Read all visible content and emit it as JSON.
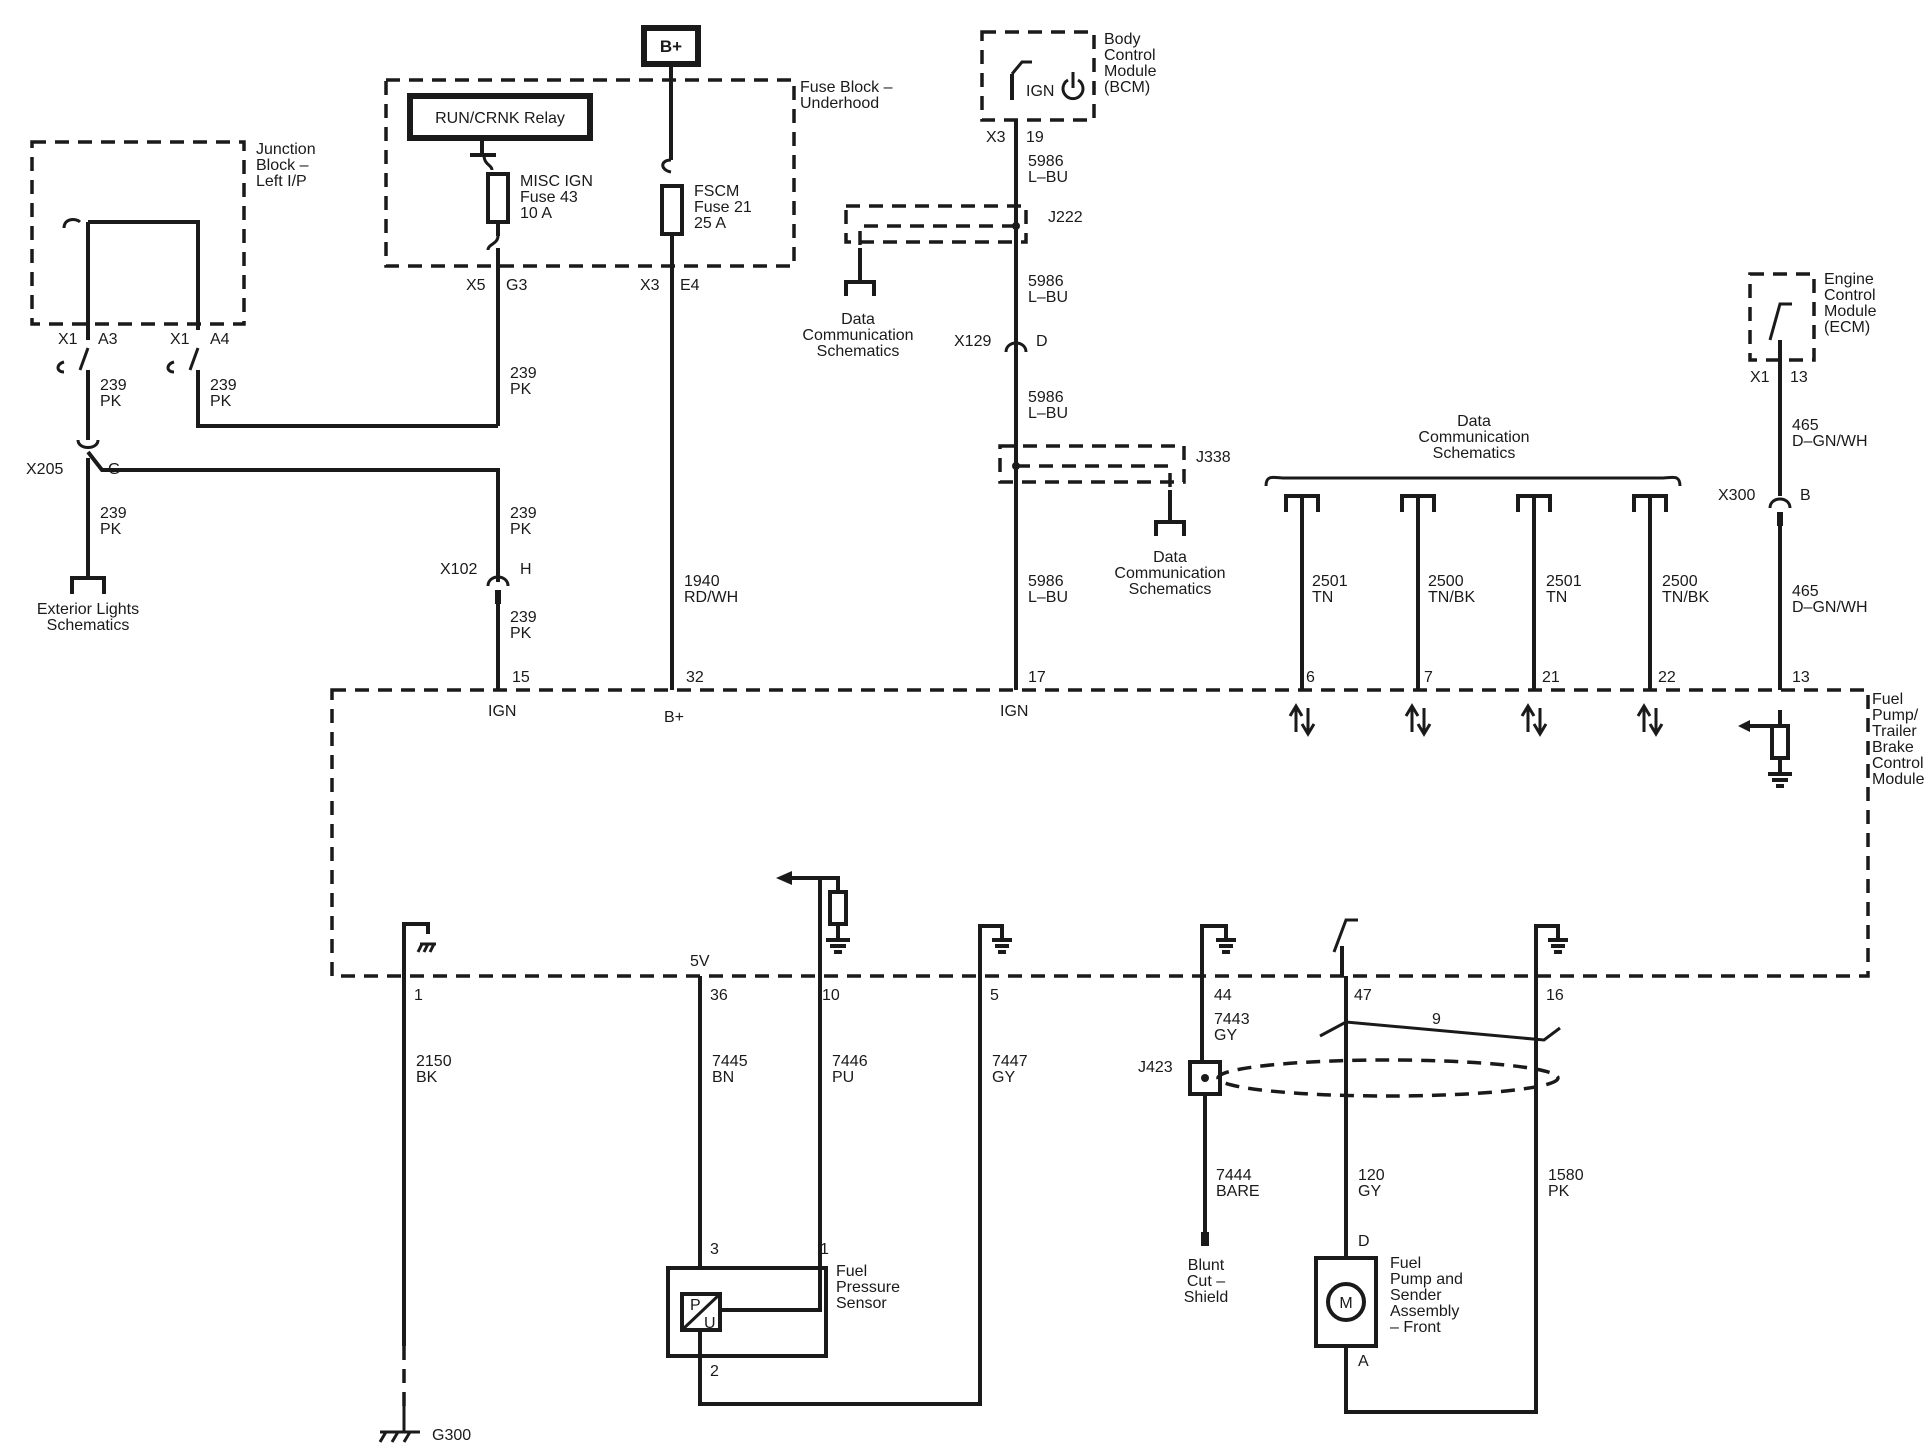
{
  "source": {
    "label": "B+"
  },
  "relay": {
    "label": "RUN/CRNK Relay"
  },
  "fuse_block": {
    "label": "Fuse Block –\nUnderhood",
    "fuse_misc": "MISC IGN\nFuse 43\n10 A",
    "fuse_fscm": "FSCM\nFuse 21\n25 A",
    "pin_x5": "X5",
    "pin_g3": "G3",
    "pin_x3": "X3",
    "pin_e4": "E4"
  },
  "junction_block": {
    "label": "Junction\nBlock –\nLeft I/P",
    "x1a": "X1",
    "pa3": "A3",
    "x1b": "X1",
    "pa4": "A4"
  },
  "bcm": {
    "label": "Body\nControl\nModule\n(BCM)",
    "ign": "IGN",
    "conn": "X3",
    "pin": "19"
  },
  "ecm": {
    "label": "Engine\nControl\nModule\n(ECM)",
    "conn": "X1",
    "pin": "13"
  },
  "wires": {
    "w239_a": "239\nPK",
    "w239_b": "239\nPK",
    "w239_c": "239\nPK",
    "w239_d": "239\nPK",
    "w239_e": "239\nPK",
    "w239_f": "239\nPK",
    "w1940": "1940\nRD/WH",
    "w5986_a": "5986\nL–BU",
    "w5986_b": "5986\nL–BU",
    "w5986_c": "5986\nL–BU",
    "w5986_d": "5986\nL–BU",
    "w465_a": "465\nD–GN/WH",
    "w465_b": "465\nD–GN/WH",
    "w2501_a": "2501\nTN",
    "w2500_a": "2500\nTN/BK",
    "w2501_b": "2501\nTN",
    "w2500_b": "2500\nTN/BK",
    "w2150": "2150\nBK",
    "w7445": "7445\nBN",
    "w7446": "7446\nPU",
    "w7447": "7447\nGY",
    "w7443": "7443\nGY",
    "w7444": "7444\nBARE",
    "w120": "120\nGY",
    "w1580": "1580\nPK",
    "twist": "9"
  },
  "connectors": {
    "x205": "X205",
    "x205_pin": "G",
    "x102": "X102",
    "x102_pin": "H",
    "x129": "X129",
    "x129_pin": "D",
    "x300": "X300",
    "x300_pin": "B",
    "j222": "J222",
    "j338": "J338",
    "j423": "J423",
    "g300": "G300"
  },
  "schematic_refs": {
    "ext_lights": "Exterior Lights\nSchematics",
    "data_comm_1": "Data\nCommunication\nSchematics",
    "data_comm_2": "Data\nCommunication\nSchematics",
    "data_comm_3": "Data\nCommunication\nSchematics"
  },
  "module": {
    "label": "Fuel\nPump/\nTrailer\nBrake\nControl\nModule",
    "top_pins": [
      "15",
      "32",
      "17",
      "6",
      "7",
      "21",
      "22",
      "13"
    ],
    "top_pin_labels": [
      "IGN",
      "B+",
      "IGN"
    ],
    "bottom_pins": [
      "1",
      "36",
      "10",
      "5",
      "44",
      "47",
      "16"
    ],
    "label_5v": "5V"
  },
  "sensor": {
    "label": "Fuel\nPressure\nSensor",
    "pin3": "3",
    "pin1": "1",
    "pin2": "2",
    "p": "P",
    "u": "U"
  },
  "pump": {
    "label": "Fuel\nPump and\nSender\nAssembly\n– Front",
    "motor": "M",
    "pin_d": "D",
    "pin_a": "A"
  },
  "shield": {
    "label": "Blunt\nCut –\nShield"
  }
}
